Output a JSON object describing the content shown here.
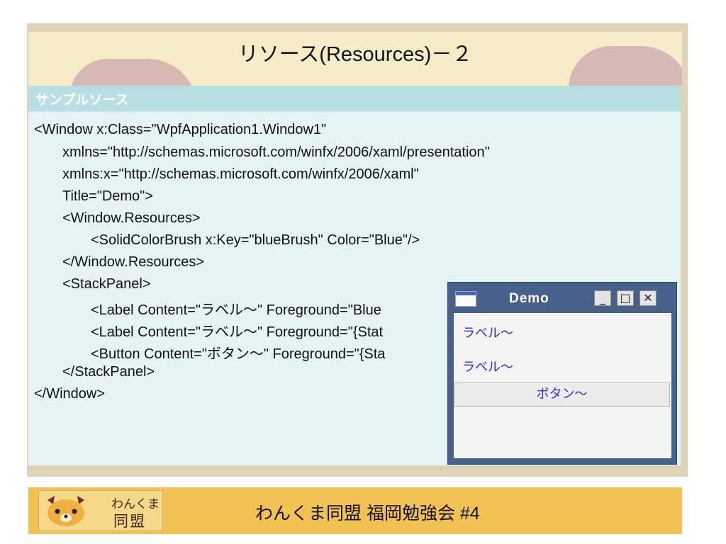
{
  "slide": {
    "title": "リソース(Resources)－２",
    "section_label": "サンプルソース"
  },
  "code_lines": [
    "<Window x:Class=\"WpfApplication1.Window1\"",
    "xmlns=\"http://schemas.microsoft.com/winfx/2006/xaml/presentation\"",
    "xmlns:x=\"http://schemas.microsoft.com/winfx/2006/xaml\"",
    "Title=\"Demo\">",
    "<Window.Resources>",
    "<SolidColorBrush x:Key=\"blueBrush\" Color=\"Blue\"/>",
    "</Window.Resources>",
    "<StackPanel>",
    "<Label Content=\"ラベル～\" Foreground=\"Blue",
    "<Label Content=\"ラベル～\" Foreground=\"{Stat",
    "<Button Content=\"ボタン～\" Foreground=\"{Sta",
    "</StackPanel>",
    "</Window>"
  ],
  "demo_window": {
    "title": "Demo",
    "minimize_glyph": "_",
    "maximize_glyph": "□",
    "close_glyph": "✕",
    "label1": "ラベル～",
    "label2": "ラベル～",
    "button": "ボタン～"
  },
  "footer": {
    "logo_line1": "わんくま",
    "logo_line2": "同盟",
    "text": "わんくま同盟 福岡勉強会 #4"
  },
  "colors": {
    "header_band": "#f7ecc8",
    "section_bar": "#b7dfe4",
    "code_bg": "#e6f3f5",
    "demo_text_blue": "#2a33d6",
    "footer": "#f3c254"
  }
}
